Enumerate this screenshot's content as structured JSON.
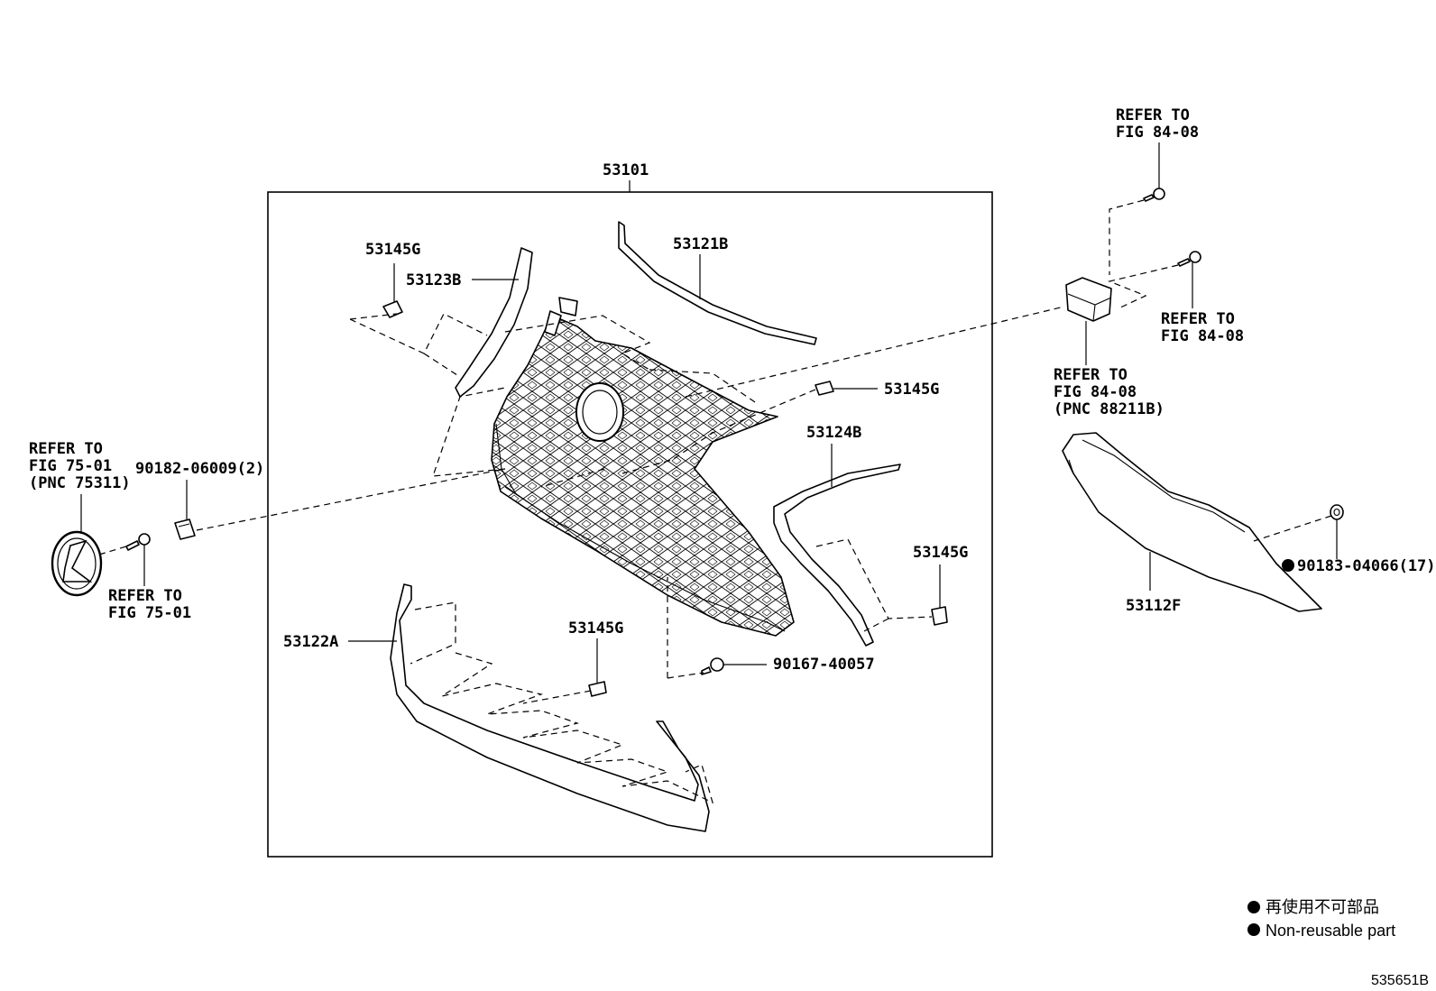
{
  "assembly": {
    "main_assembly": "53101",
    "parts": {
      "p53145g_top": "53145G",
      "p53123b": "53123B",
      "p53121b": "53121B",
      "p53145g_right": "53145G",
      "p53124b": "53124B",
      "p53145g_rightlow": "53145G",
      "p53145g_bottom": "53145G",
      "p53122a": "53122A",
      "p90167": "90167-40057",
      "p90182": "90182-06009(2)",
      "p53112f": "53112F",
      "p90183": "90183-04066(17)"
    },
    "refs": {
      "left_top": [
        "REFER TO",
        "FIG 75-01",
        "(PNC 75311)"
      ],
      "left_bottom": [
        "REFER TO",
        "FIG 75-01"
      ],
      "right_top": [
        "REFER TO",
        "FIG 84-08"
      ],
      "right_mid": [
        "REFER TO",
        "FIG 84-08"
      ],
      "right_sensor": [
        "REFER TO",
        "FIG 84-08",
        "(PNC 88211B)"
      ]
    }
  },
  "legend": {
    "line1": "再使用不可部品",
    "line2": "Non-reusable part"
  },
  "figure_code": "535651B"
}
